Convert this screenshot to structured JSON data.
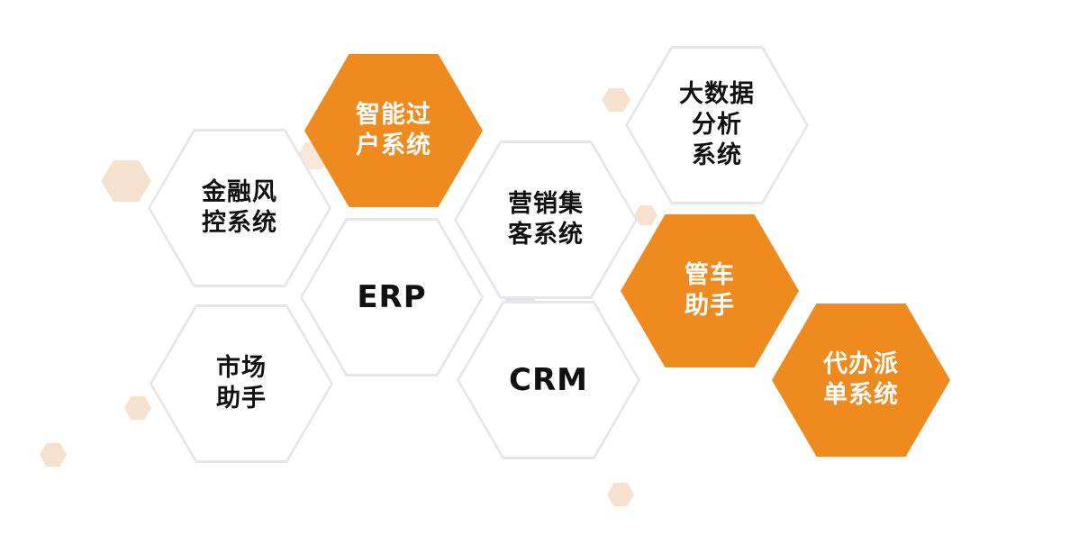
{
  "colors": {
    "accent": "#ef8a1f",
    "node_white": "#ffffff",
    "node_border": "#e6e6e6",
    "text_dark": "#111111",
    "text_light": "#ffffff",
    "deco_peach": "#f6e1cf",
    "deco_lavender": "#e4e1f1"
  },
  "nodes": [
    {
      "id": "zhinengguohu",
      "label": "智能过\n户系统",
      "style": "orange"
    },
    {
      "id": "jinrongfengkong",
      "label": "金融风\n控系统",
      "style": "white"
    },
    {
      "id": "erp",
      "label": "ERP",
      "style": "white"
    },
    {
      "id": "yingxiaojike",
      "label": "营销集\n客系统",
      "style": "white"
    },
    {
      "id": "dashuju",
      "label": "大数据\n分析\n系统",
      "style": "white"
    },
    {
      "id": "guanche",
      "label": "管车\n助手",
      "style": "orange"
    },
    {
      "id": "shichang",
      "label": "市场\n助手",
      "style": "white"
    },
    {
      "id": "crm",
      "label": "CRM",
      "style": "white"
    },
    {
      "id": "daiban",
      "label": "代办派\n单系统",
      "style": "orange"
    }
  ]
}
